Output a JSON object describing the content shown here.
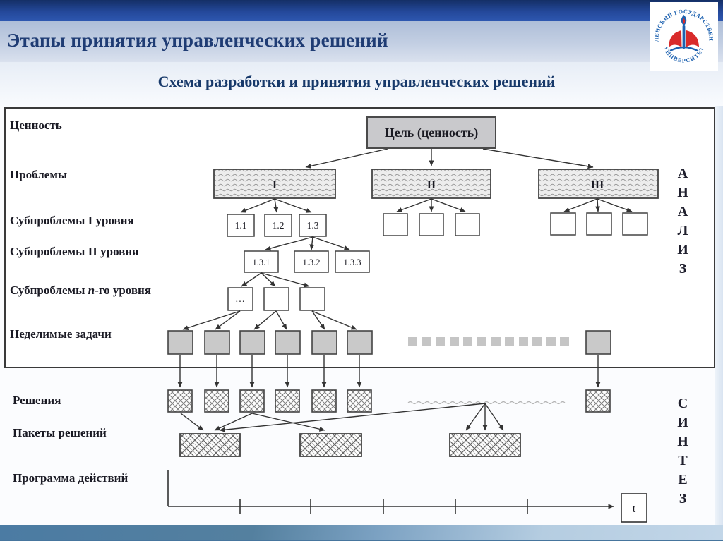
{
  "header": {
    "title": "Этапы принятия управленческих решений",
    "subtitle": "Схема разработки и принятия управленческих решений"
  },
  "logo": {
    "arc_top": "СМОЛЕНСКИЙ ГОСУДАРСТВЕННЫЙ",
    "arc_bottom": "УНИВЕРСИТЕТ"
  },
  "rows": {
    "value": "Ценность",
    "problems": "Проблемы",
    "sub_level1": "Субпроблемы I уровня",
    "sub_level2": "Субпроблемы II уровня",
    "sub_leveln_prefix": "Субпроблемы ",
    "sub_leveln_var": "n",
    "sub_leveln_suffix": "-го уровня",
    "tasks": "Неделимые задачи",
    "solutions": "Решения",
    "packages": "Пакеты решений",
    "program": "Программа действий"
  },
  "side": {
    "analysis": "А\nН\nА\nЛ\nИ\nЗ",
    "synthesis": "С\nИ\nН\nТ\nЕ\nЗ"
  },
  "nodes": {
    "goal": "Цель (ценность)",
    "problem_1": "I",
    "problem_2": "II",
    "problem_3": "III",
    "sub_1_1": "1.1",
    "sub_1_2": "1.2",
    "sub_1_3": "1.3",
    "sub_1_3_1": "1.3.1",
    "sub_1_3_2": "1.3.2",
    "sub_1_3_3": "1.3.3",
    "ellipsis": "…",
    "time_axis": "t"
  },
  "colors": {
    "header_blue": "#24489a",
    "title_text": "#1f3c74",
    "box_gray": "#c9c9c9",
    "line": "#333333",
    "logo_blue": "#1e62b0",
    "logo_red": "#d92b2b"
  }
}
